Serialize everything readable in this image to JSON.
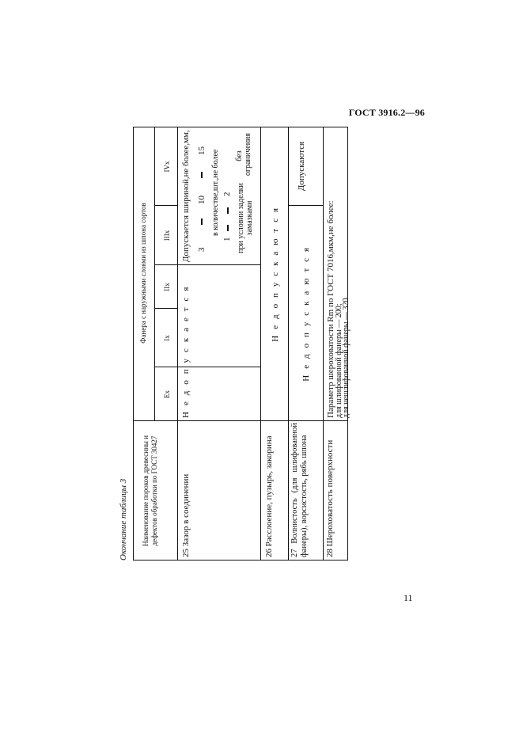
{
  "header": {
    "doc_code": "ГОСТ 3916.2—96"
  },
  "caption": "Окончание таблицы 3",
  "table": {
    "col_defect_header": "Наименование пороков древесины и дефектов обработки по ГОСТ 30427",
    "group_header": "Фанера с наружными слоями из шпона сортов",
    "grades": [
      "Ex",
      "Ix",
      "IIx",
      "IIIx",
      "IVx"
    ],
    "rows": [
      {
        "name": "25 Зазор в соединении",
        "cells": {
          "ex_ix": "Н е   д о п у с к а е т с я",
          "iix_ivx_line1": "Допускается шириной,не более,мм,",
          "widths": [
            "3",
            "10",
            "15"
          ],
          "line2": "в количестве,шт.,не более",
          "counts": [
            "1",
            "2"
          ],
          "condition": "при условии заделки замазками",
          "unlimited": "без ограничения"
        }
      },
      {
        "name": "26 Расслоение, пузырь, закорина",
        "cells": {
          "all": "Н е   д о п у с к а ю т с я"
        }
      },
      {
        "name": "27 Волнистость (для шлифованной фанеры), ворсистость, рябь шпона",
        "cells": {
          "ex_iix": "Н е   д о п у с к а ю т с я",
          "iiix_ivx": "Допускаются"
        }
      },
      {
        "name": "28 Шероховатость поверхности",
        "cells": {
          "line1": "Параметр шероховатости Rm по ГОСТ 7016,мкм,не более:",
          "line2": "для шлифованной фанеры — 200;",
          "line3": "для нешлифованной фанеры — 320"
        }
      }
    ]
  },
  "footer": {
    "page_number": "11"
  }
}
